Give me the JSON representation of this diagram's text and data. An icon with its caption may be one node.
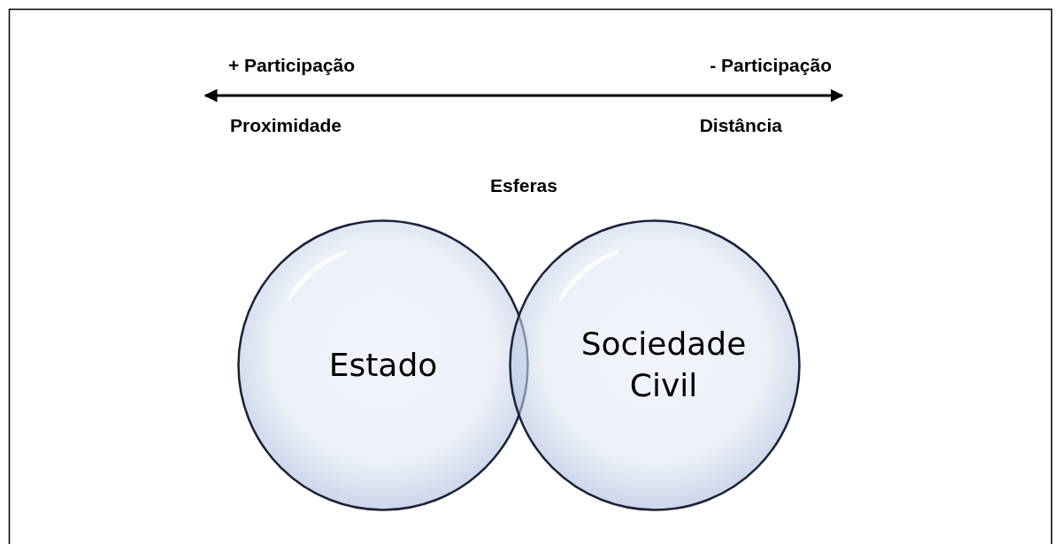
{
  "diagram": {
    "nodes": [
      {
        "text": [
          "Estado"
        ]
      },
      {
        "text": [
          "Sociedade Civil"
        ]
      }
    ],
    "edges": [],
    "labels": [
      "+ Participação",
      "- Participação",
      "Proximidade",
      "Distância",
      "Esferas"
    ]
  }
}
